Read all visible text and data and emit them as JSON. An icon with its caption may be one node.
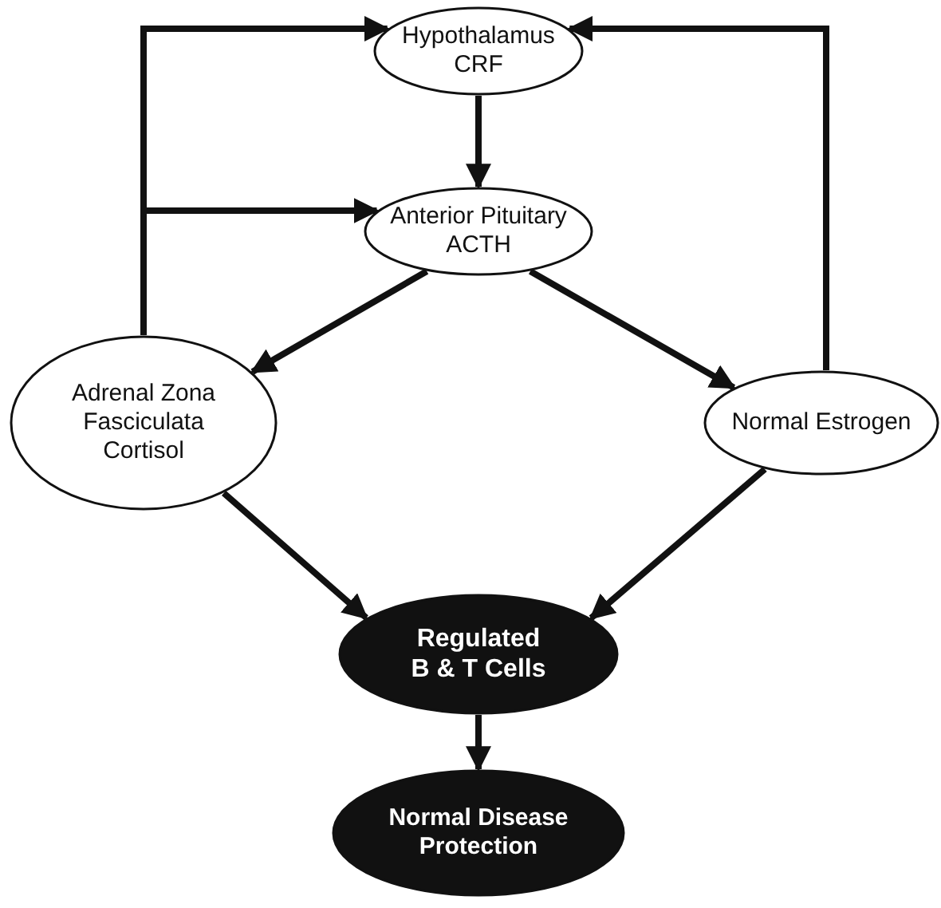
{
  "diagram": {
    "nodes": [
      {
        "text": [
          "Hypothalamus",
          "CRF"
        ]
      },
      {
        "text": [
          "Anterior Pituitary",
          "ACTH"
        ]
      },
      {
        "text": [
          "Adrenal Zona Fasciculata",
          "Cortisol"
        ]
      },
      {
        "text": [
          "Normal Estrogen"
        ]
      },
      {
        "text": [
          "Regulated B & T Cells"
        ]
      },
      {
        "text": [
          "Normal Disease Protection"
        ]
      }
    ],
    "edges": [
      {
        "from": 0,
        "to": 1,
        "arrow": "to"
      },
      {
        "from": 1,
        "to": 2,
        "arrow": "to"
      },
      {
        "from": 1,
        "to": 3,
        "arrow": "to"
      },
      {
        "from": 2,
        "to": 0,
        "arrow": "to"
      },
      {
        "from": 2,
        "to": 1,
        "arrow": "to"
      },
      {
        "from": 3,
        "to": 0,
        "arrow": "to"
      },
      {
        "from": 2,
        "to": 4,
        "arrow": "to"
      },
      {
        "from": 3,
        "to": 4,
        "arrow": "to"
      },
      {
        "from": 4,
        "to": 5,
        "arrow": "to"
      }
    ]
  }
}
